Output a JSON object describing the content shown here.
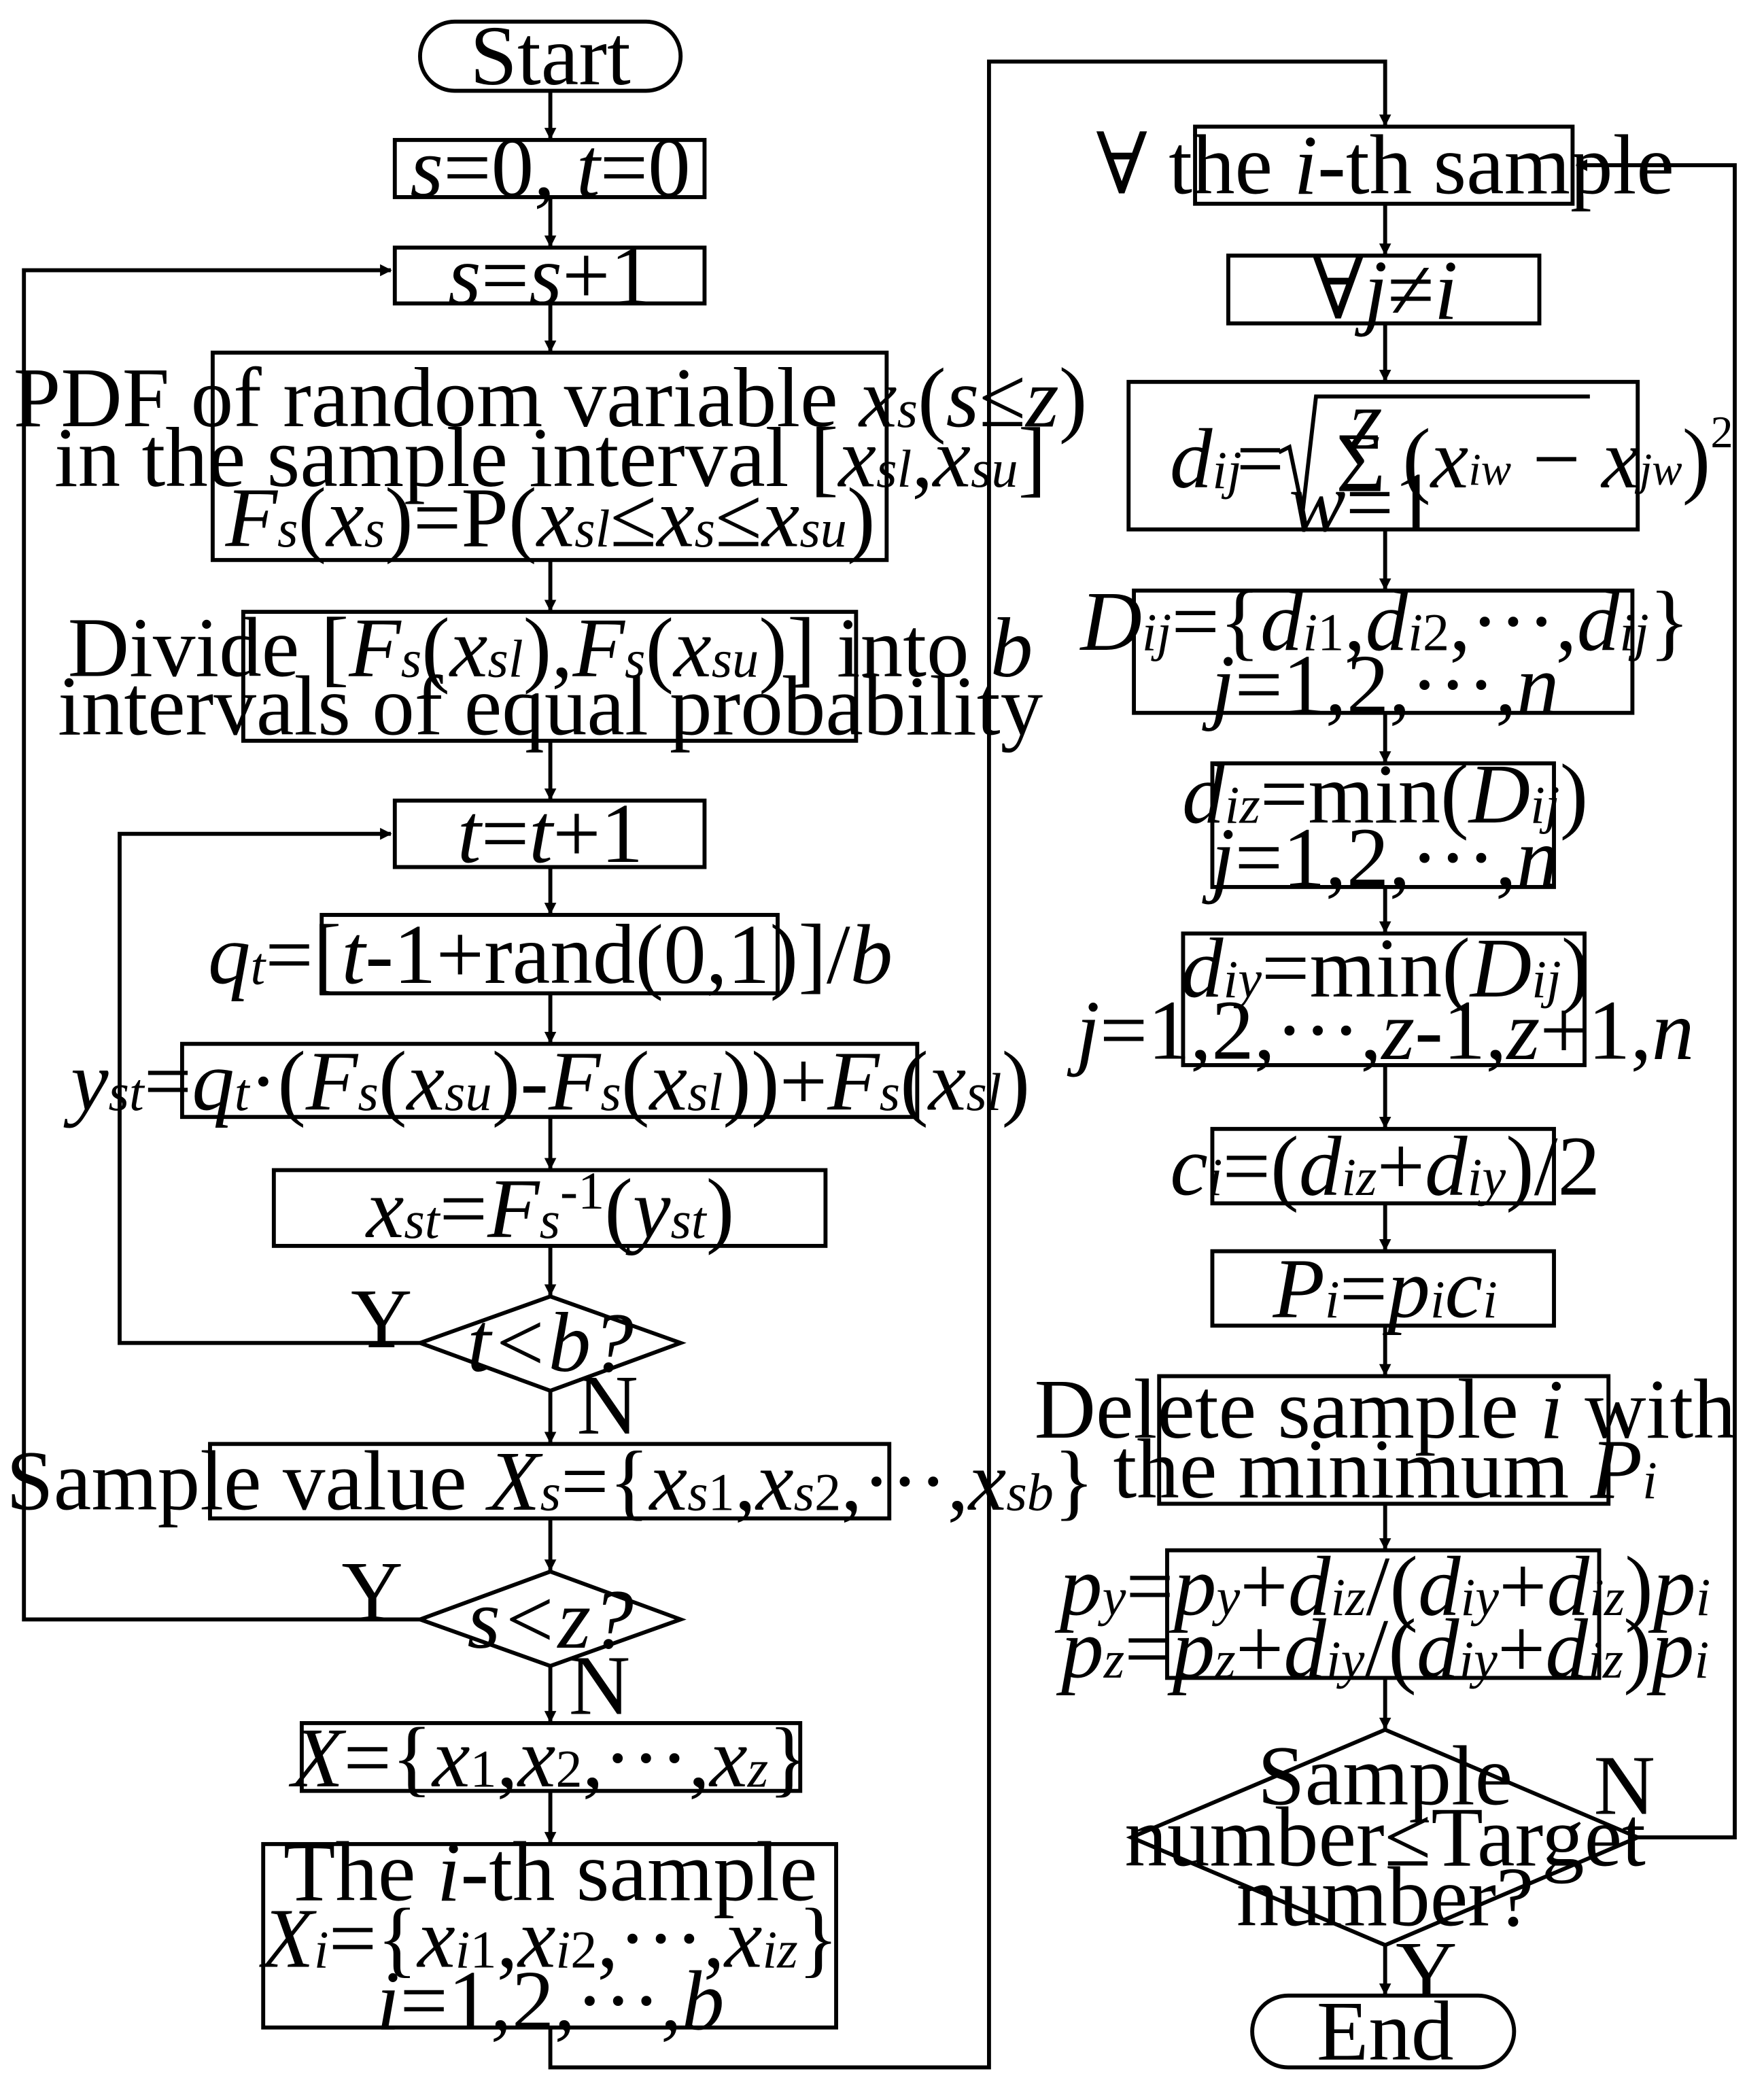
{
  "nodes": {
    "start": "Start",
    "end": "End",
    "init": "s=0, t=0",
    "s_inc": "s=s+1",
    "pdf_line1": "PDF of random variable xs(s≤z)",
    "pdf_line2": "in the sample interval [xsl,xsu]",
    "pdf_line3": "Fs(xs)=P(xsl≤xs≤xsu)",
    "divide_line1": "Divide [Fs(xsl),Fs(xsu)] into b",
    "divide_line2": "intervals of equal probability",
    "t_inc": "t=t+1",
    "qt": "qt=[t-1+rand(0,1)]/b",
    "yst": "yst=qt·(Fs(xsu)-Fs(xsl))+Fs(xsl)",
    "xst": "xst=Fs-1(yst)",
    "cond_t": "t<b?",
    "sample_value": "Sample value Xs={xs1,xs2,···,xsb}",
    "cond_s": "s<z?",
    "X_set": "X={x1,x2,···,xz}",
    "ith_line1": "The i-th sample",
    "ith_line2": "Xi={xi1,xi2,···,xiz}",
    "ith_line3": "i=1,2,···,b",
    "forall_i": "∀ the i-th sample",
    "forall_j": "∀j≠i",
    "dij_formula": "dij = sqrt( Σ w=1..z (xiw − xjw)^2 )",
    "Dij_line1": "Dij={di1,di2,···,dij}",
    "Dij_line2": "j=1,2,···,n",
    "diz_line1": "diz=min(Dij)",
    "diz_line2": "j=1,2,···,n",
    "diy_line1": "diy=min(Dij)",
    "diy_line2": "j=1,2,···,z-1,z+1,n",
    "ci": "ci=(diz+diy)/2",
    "Pi": "Pi=pici",
    "delete_line1": "Delete sample i with",
    "delete_line2": "the minimum Pi",
    "update_line1": "py=py+diz/(diy+diz)pi",
    "update_line2": "pz=pz+diy/(diy+diz)pi",
    "final_line1": "Sample",
    "final_line2": "number≤Target",
    "final_line3": "number?"
  },
  "labels": {
    "yes": "Y",
    "no": "N"
  }
}
